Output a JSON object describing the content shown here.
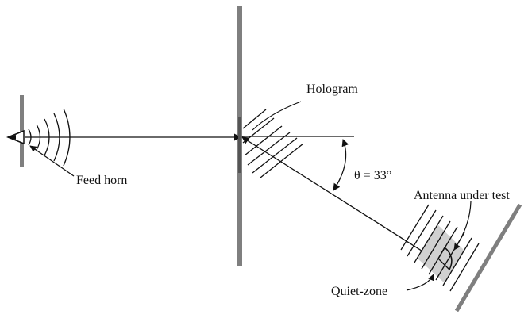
{
  "labels": {
    "hologram": "Hologram",
    "feed_horn": "Feed horn",
    "angle": "θ = 33°",
    "antenna_under_test": "Antenna under test",
    "quiet_zone": "Quiet-zone"
  },
  "angle_degrees": 33,
  "colors": {
    "line": "#111111",
    "screen": "#7f7f7f",
    "quiet_zone_fill": "#d0d0d0"
  }
}
